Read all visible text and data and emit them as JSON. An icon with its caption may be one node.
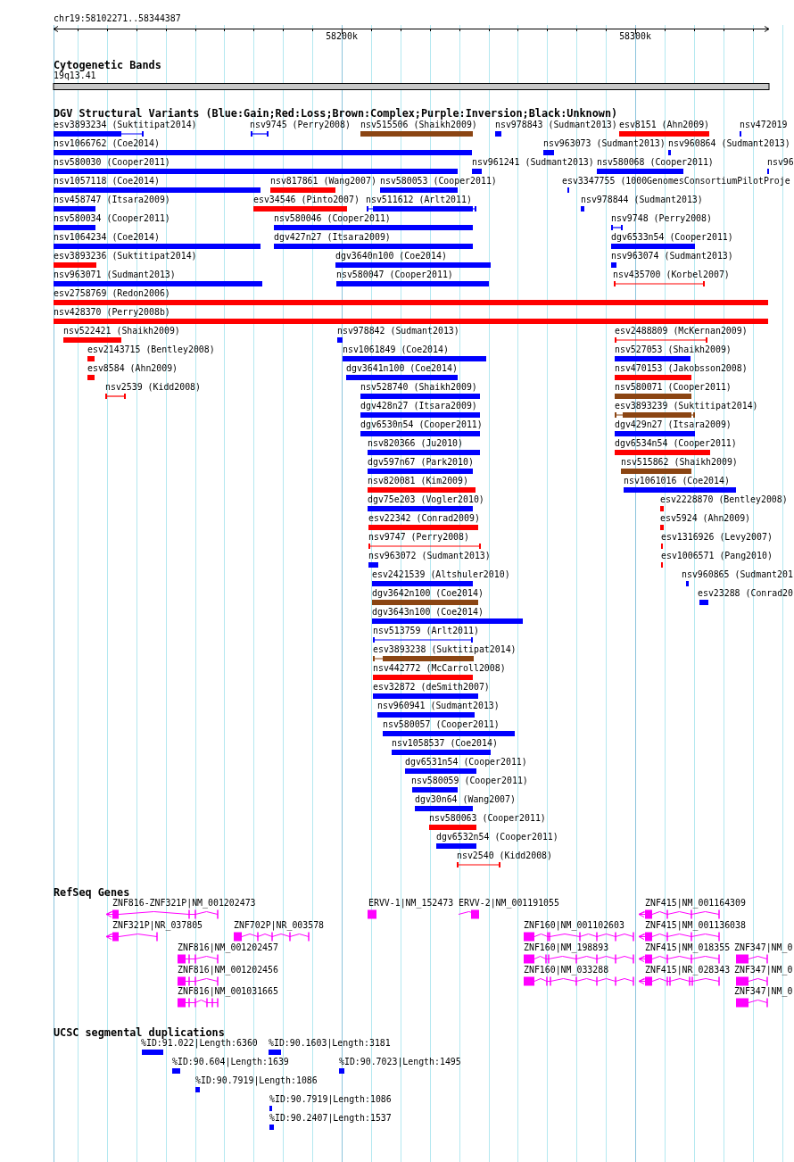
{
  "diagram": {
    "labels": [
      "chr19:58102271..58344387",
      "58200k",
      "58300k",
      "Cytogenetic Bands",
      "19q13.41",
      "DGV Structural Variants (Blue:Gain;Red:Loss;Brown:Complex;Purple:Inversion;Black:Unknown)",
      "esv3893234 (Suktitipat2014)",
      "nsv9745 (Perry2008)",
      "nsv515506 (Shaikh2009)",
      "nsv978843 (Sudmant2013)",
      "esv8151 (Ahn2009)",
      "nsv472019",
      "nsv1066762 (Coe2014)",
      "nsv963073 (Sudmant2013)",
      "nsv960864 (Sudmant2013)",
      "nsv580030 (Cooper2011)",
      "nsv961241 (Sudmant2013)",
      "nsv580068 (Cooper2011)",
      "nsv96",
      "nsv1057118 (Coe2014)",
      "nsv817861 (Wang2007)",
      "nsv580053 (Cooper2011)",
      "esv3347755 (1000GenomesConsortiumPilotProje",
      "nsv458747 (Itsara2009)",
      "esv34546 (Pinto2007)",
      "nsv511612 (Arlt2011)",
      "nsv978844 (Sudmant2013)",
      "nsv580034 (Cooper2011)",
      "nsv580046 (Cooper2011)",
      "nsv9748 (Perry2008)",
      "nsv1064234 (Coe2014)",
      "dgv427n27 (Itsara2009)",
      "dgv6533n54 (Cooper2011)",
      "esv3893236 (Suktitipat2014)",
      "dgv3640n100 (Coe2014)",
      "nsv963074 (Sudmant2013)",
      "nsv963071 (Sudmant2013)",
      "nsv580047 (Cooper2011)",
      "nsv435700 (Korbel2007)",
      "esv2758769 (Redon2006)",
      "nsv428370 (Perry2008b)",
      "nsv522421 (Shaikh2009)",
      "nsv978842 (Sudmant2013)",
      "esv2488809 (McKernan2009)",
      "esv2143715 (Bentley2008)",
      "nsv1061849 (Coe2014)",
      "nsv527053 (Shaikh2009)",
      "esv8584 (Ahn2009)",
      "dgv3641n100 (Coe2014)",
      "nsv470153 (Jakobsson2008)",
      "nsv2539 (Kidd2008)",
      "nsv528740 (Shaikh2009)",
      "nsv580071 (Cooper2011)",
      "dgv428n27 (Itsara2009)",
      "esv3893239 (Suktitipat2014)",
      "dgv6530n54 (Cooper2011)",
      "dgv429n27 (Itsara2009)",
      "nsv820366 (Ju2010)",
      "dgv6534n54 (Cooper2011)",
      "dgv597n67 (Park2010)",
      "nsv515862 (Shaikh2009)",
      "nsv820081 (Kim2009)",
      "nsv1061016 (Coe2014)",
      "dgv75e203 (Vogler2010)",
      "esv2228870 (Bentley2008)",
      "esv22342 (Conrad2009)",
      "esv5924 (Ahn2009)",
      "nsv9747 (Perry2008)",
      "esv1316926 (Levy2007)",
      "nsv963072 (Sudmant2013)",
      "esv1006571 (Pang2010)",
      "esv2421539 (Altshuler2010)",
      "nsv960865 (Sudmant201",
      "dgv3642n100 (Coe2014)",
      "esv23288 (Conrad20",
      "dgv3643n100 (Coe2014)",
      "nsv513759 (Arlt2011)",
      "esv3893238 (Suktitipat2014)",
      "nsv442772 (McCarroll2008)",
      "esv32872 (deSmith2007)",
      "nsv960941 (Sudmant2013)",
      "nsv580057 (Cooper2011)",
      "nsv1058537 (Coe2014)",
      "dgv6531n54 (Cooper2011)",
      "nsv580059 (Cooper2011)",
      "dgv30n64 (Wang2007)",
      "nsv580063 (Cooper2011)",
      "dgv6532n54 (Cooper2011)",
      "nsv2540 (Kidd2008)",
      "RefSeq Genes",
      "ZNF816-ZNF321P|NM_001202473",
      "ERVV-1|NM_152473",
      "ERVV-2|NM_001191055",
      "ZNF415|NM_001164309",
      "ZNF321P|NR_037805",
      "ZNF702P|NR_003578",
      "ZNF160|NM_001102603",
      "ZNF415|NM_001136038",
      "ZNF816|NM_001202457",
      "ZNF160|NM_198893",
      "ZNF415|NM_018355",
      "ZNF347|NM_0",
      "ZNF816|NM_001202456",
      "ZNF160|NM_033288",
      "ZNF415|NR_028343",
      "ZNF347|NM_0",
      "ZNF816|NM_001031665",
      "ZNF347|NM_0",
      "UCSC segmental duplications",
      "%ID:91.022|Length:6360",
      "%ID:90.1603|Length:3181",
      "%ID:90.604|Length:1639",
      "%ID:90.7023|Length:1495",
      "%ID:90.7919|Length:1086",
      "%ID:90.7919|Length:1086",
      "%ID:90.2407|Length:1537"
    ]
  }
}
